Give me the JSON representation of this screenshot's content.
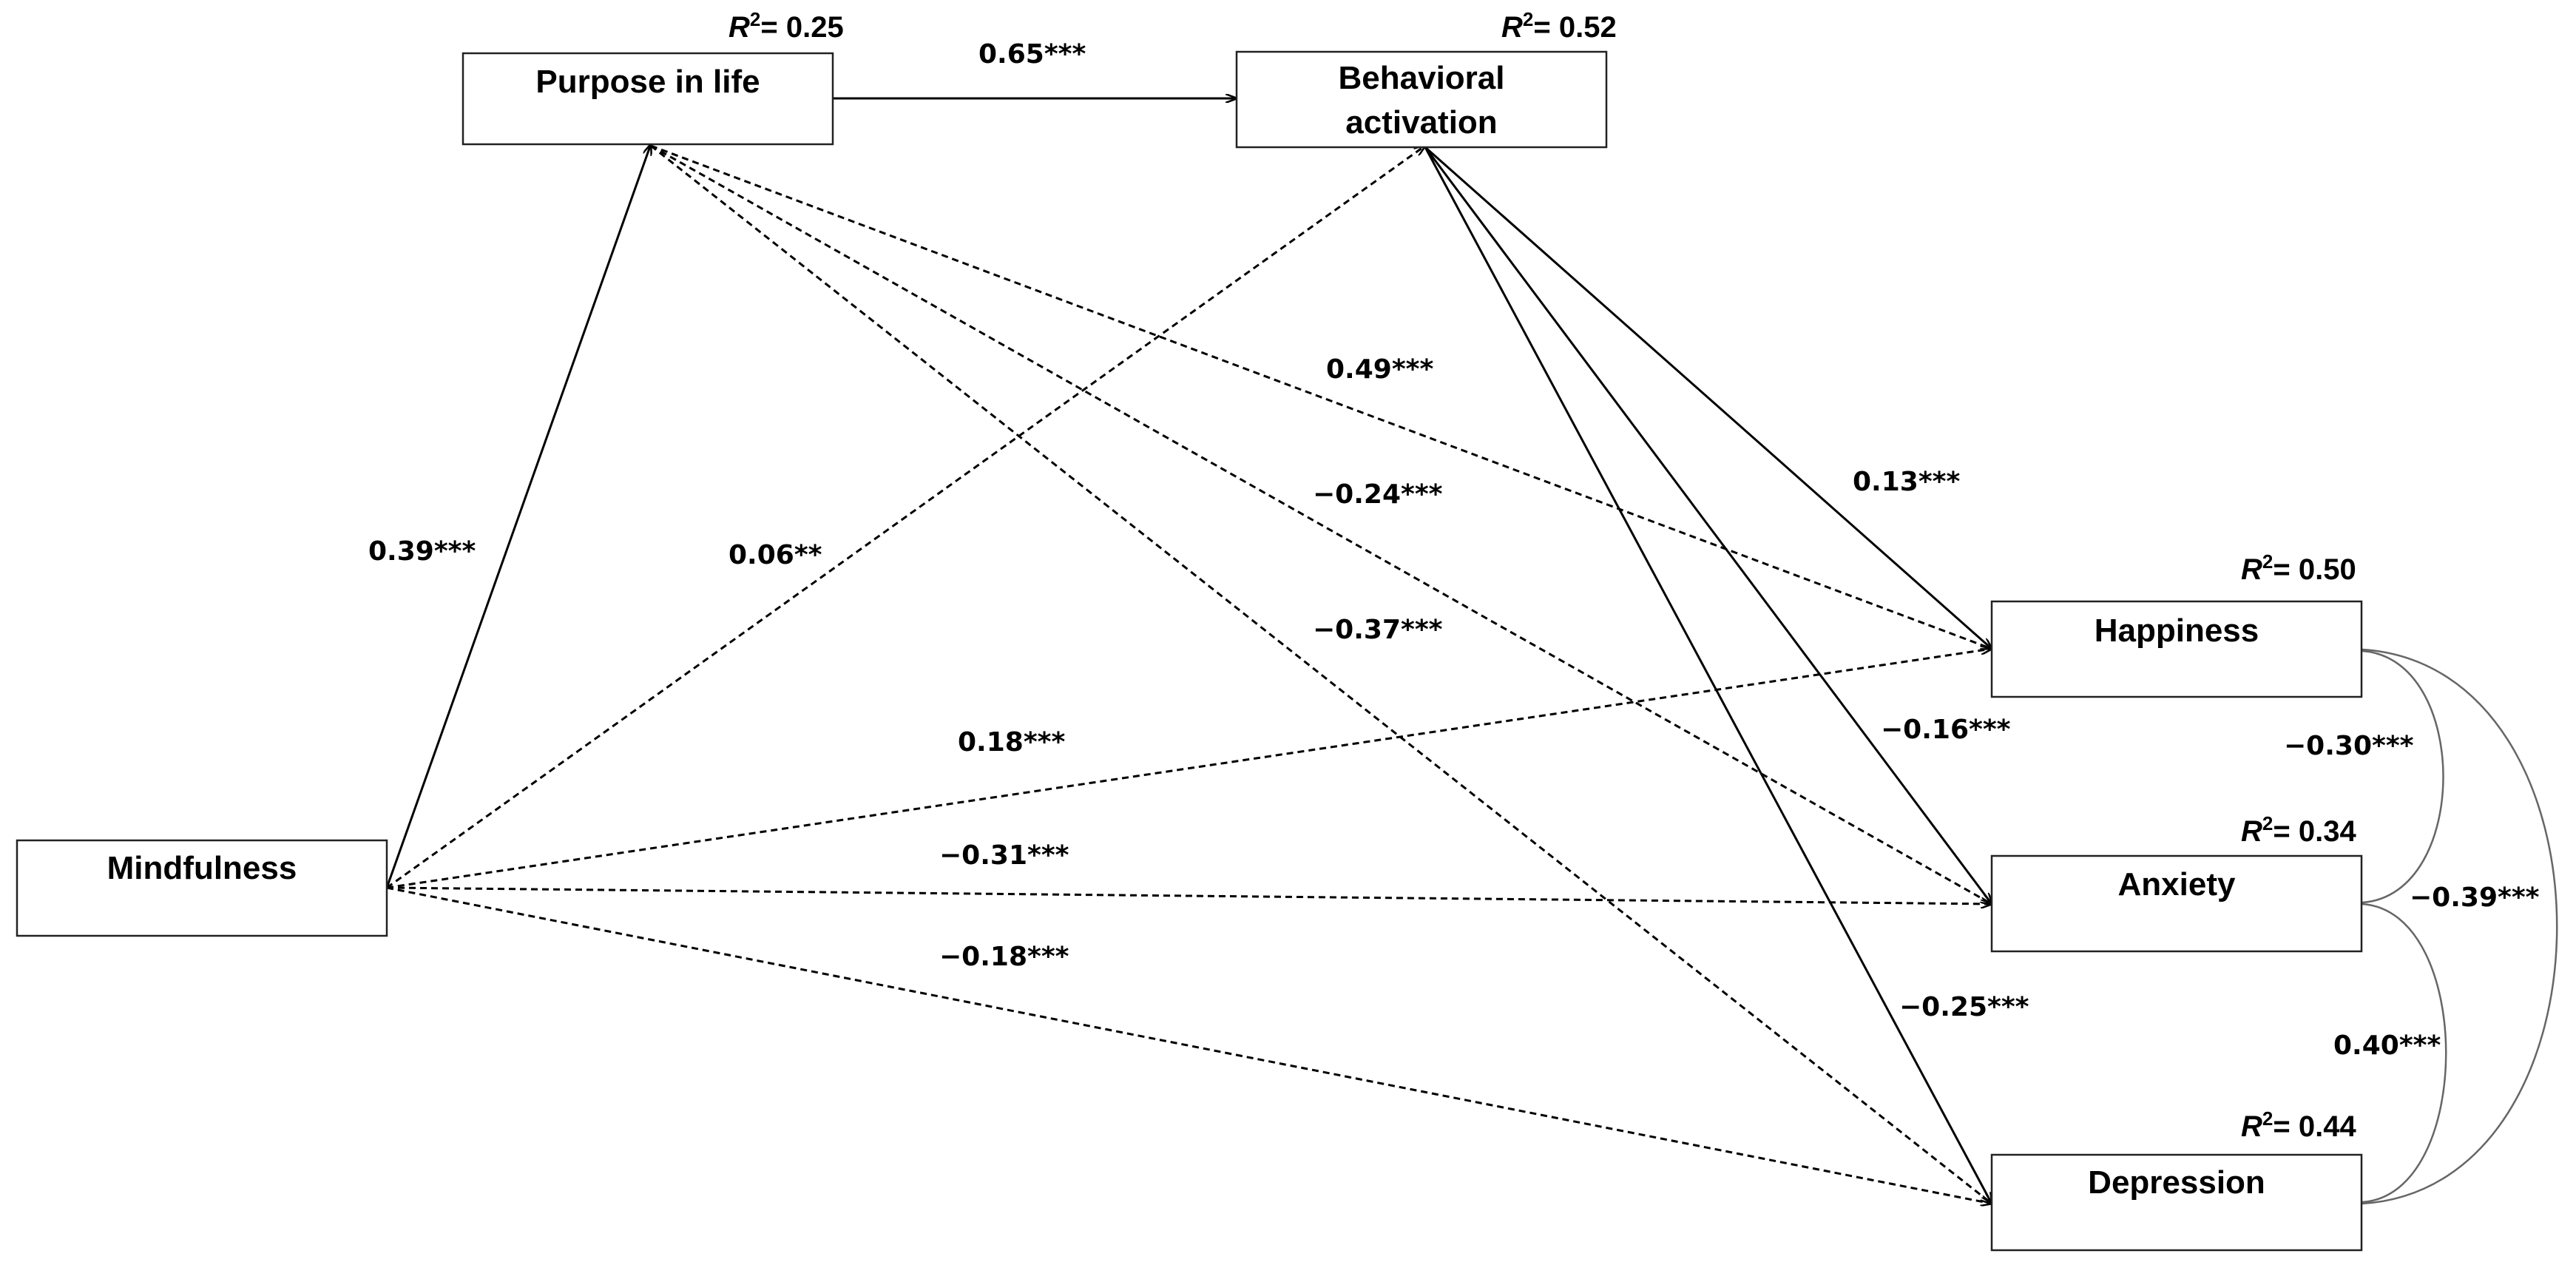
{
  "nodes": {
    "mindfulness": {
      "label": "Mindfulness"
    },
    "purpose": {
      "label": "Purpose in life",
      "r2": "0.25"
    },
    "behavioral": {
      "label_line1": "Behavioral",
      "label_line2": "activation",
      "r2": "0.52"
    },
    "happiness": {
      "label": "Happiness",
      "r2": "0.50"
    },
    "anxiety": {
      "label": "Anxiety",
      "r2": "0.34"
    },
    "depression": {
      "label": "Depression",
      "r2": "0.44"
    }
  },
  "r2_prefix": "R",
  "r2_sup": "2",
  "r2_eq": "= ",
  "paths": [
    {
      "id": "purpose-to-behavioral",
      "from": "purpose",
      "to": "behavioral",
      "coef": "0.65***",
      "style": "solid"
    },
    {
      "id": "mindfulness-to-purpose",
      "from": "mindfulness",
      "to": "purpose",
      "coef": "0.39***",
      "style": "solid"
    },
    {
      "id": "mindfulness-to-behavioral",
      "from": "mindfulness",
      "to": "behavioral",
      "coef": "0.06**",
      "style": "dashed"
    },
    {
      "id": "purpose-to-happiness",
      "from": "purpose",
      "to": "happiness",
      "coef": "0.49***",
      "style": "dashed"
    },
    {
      "id": "purpose-to-anxiety",
      "from": "purpose",
      "to": "anxiety",
      "coef": "−0.24***",
      "style": "dashed"
    },
    {
      "id": "purpose-to-depression",
      "from": "purpose",
      "to": "depression",
      "coef": "−0.37***",
      "style": "dashed"
    },
    {
      "id": "behavioral-to-happiness",
      "from": "behavioral",
      "to": "happiness",
      "coef": "0.13***",
      "style": "solid"
    },
    {
      "id": "behavioral-to-anxiety",
      "from": "behavioral",
      "to": "anxiety",
      "coef": "−0.16***",
      "style": "solid"
    },
    {
      "id": "behavioral-to-depression",
      "from": "behavioral",
      "to": "depression",
      "coef": "−0.25***",
      "style": "solid"
    },
    {
      "id": "mindfulness-to-happiness",
      "from": "mindfulness",
      "to": "happiness",
      "coef": "0.18***",
      "style": "dashed"
    },
    {
      "id": "mindfulness-to-anxiety",
      "from": "mindfulness",
      "to": "anxiety",
      "coef": "−0.31***",
      "style": "dashed"
    },
    {
      "id": "mindfulness-to-depression",
      "from": "mindfulness",
      "to": "depression",
      "coef": "−0.18***",
      "style": "dashed"
    }
  ],
  "covariances": [
    {
      "id": "happiness-anxiety",
      "coef": "−0.30***"
    },
    {
      "id": "happiness-depression",
      "coef": "−0.39***"
    },
    {
      "id": "anxiety-depression",
      "coef": "0.40***"
    }
  ]
}
